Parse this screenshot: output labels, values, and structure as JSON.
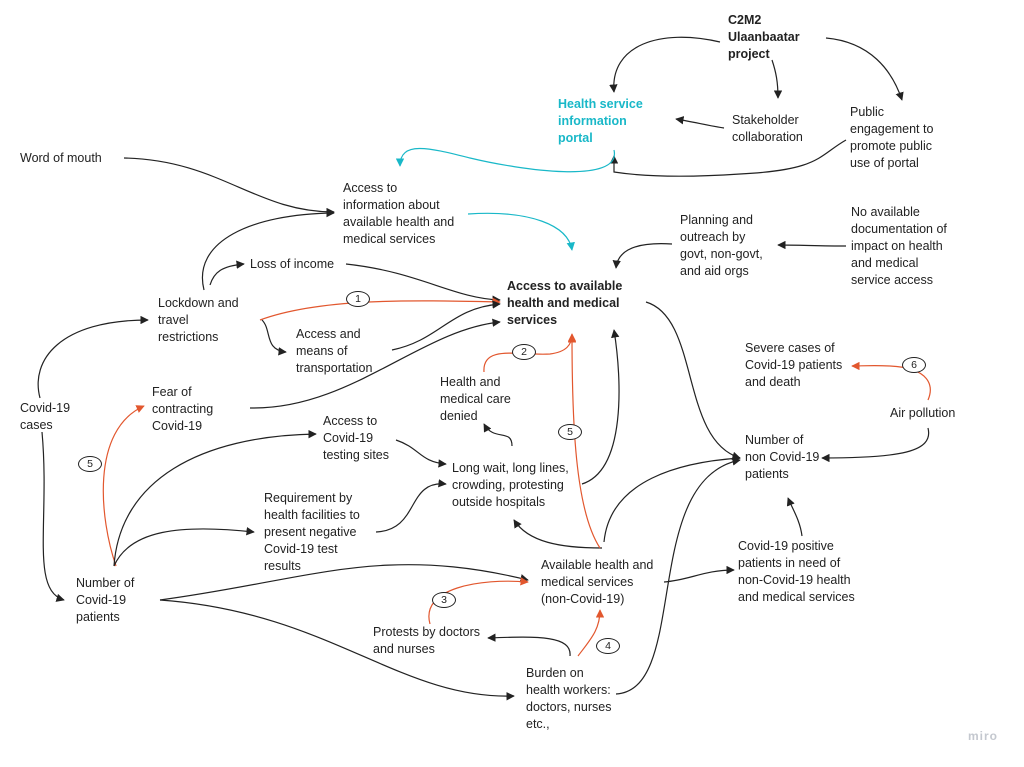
{
  "colors": {
    "black": "#222222",
    "red": "#e2572e",
    "cyan": "#19b8c8"
  },
  "nodes": {
    "c2m2": "C2M2\nUlaanbaatar\nproject",
    "portal": "Health service\ninformation\nportal",
    "stakeholder": "Stakeholder\ncollaboration",
    "public_engagement": "Public\nengagement to\npromote public\nuse of portal",
    "word_of_mouth": "Word of mouth",
    "access_info": "Access to\ninformation about\navailable health and\nmedical services",
    "planning": "Planning and\noutreach by\ngovt, non-govt,\nand aid orgs",
    "no_documentation": "No available\ndocumentation of\nimpact on health\nand medical\nservice access",
    "loss_income": "Loss of income",
    "access_available": "Access to available\nhealth and medical\nservices",
    "lockdown": "Lockdown and\ntravel\nrestrictions",
    "transport": "Access and\nmeans of\ntransportation",
    "severe_cases": "Severe cases of\nCovid-19 patients\nand death",
    "fear": "Fear of\ncontracting\nCovid-19",
    "care_denied": "Health and\nmedical care\ndenied",
    "air_pollution": "Air pollution",
    "covid_cases": "Covid-19\ncases",
    "testing_sites": "Access to\nCovid-19\ntesting sites",
    "long_wait": "Long wait, long lines,\ncrowding, protesting\noutside hospitals",
    "non_covid_patients": "Number of\nnon Covid-19\npatients",
    "requirement": "Requirement by\nhealth facilities to\npresent negative\nCovid-19 test\nresults",
    "covid_positive": "Covid-19 positive\npatients in need of\nnon-Covid-19 health\nand medical services",
    "num_covid_patients": "Number of\nCovid-19\npatients",
    "available_non_covid": "Available health and\nmedical services\n(non-Covid-19)",
    "protests": "Protests by doctors\nand nurses",
    "burden": "Burden on\nhealth workers:\ndoctors, nurses\netc.,"
  },
  "badges": [
    "1",
    "2",
    "3",
    "4",
    "5",
    "5",
    "6"
  ],
  "links": [
    {
      "from": "c2m2",
      "to": "portal",
      "color": "black"
    },
    {
      "from": "c2m2",
      "to": "stakeholder",
      "color": "black"
    },
    {
      "from": "c2m2",
      "to": "public_engagement",
      "color": "black"
    },
    {
      "from": "stakeholder",
      "to": "portal",
      "color": "black"
    },
    {
      "from": "public_engagement",
      "to": "portal",
      "color": "black"
    },
    {
      "from": "portal",
      "to": "access_info",
      "color": "cyan"
    },
    {
      "from": "access_info",
      "to": "access_available",
      "color": "cyan"
    },
    {
      "from": "word_of_mouth",
      "to": "access_info",
      "color": "black"
    },
    {
      "from": "lockdown",
      "to": "access_info",
      "color": "black"
    },
    {
      "from": "lockdown",
      "to": "loss_income",
      "color": "black"
    },
    {
      "from": "loss_income",
      "to": "access_available",
      "color": "black"
    },
    {
      "from": "lockdown",
      "to": "access_available",
      "color": "red",
      "badge": "1"
    },
    {
      "from": "lockdown",
      "to": "transport",
      "color": "black"
    },
    {
      "from": "transport",
      "to": "access_available",
      "color": "black"
    },
    {
      "from": "fear",
      "to": "access_available",
      "color": "black"
    },
    {
      "from": "no_documentation",
      "to": "planning",
      "color": "black"
    },
    {
      "from": "planning",
      "to": "access_available",
      "color": "black"
    },
    {
      "from": "access_available",
      "to": "non_covid_patients",
      "color": "black"
    },
    {
      "from": "care_denied",
      "to": "access_available",
      "color": "red",
      "badge": "2"
    },
    {
      "from": "long_wait",
      "to": "care_denied",
      "color": "black"
    },
    {
      "from": "long_wait",
      "to": "access_available",
      "color": "black"
    },
    {
      "from": "testing_sites",
      "to": "long_wait",
      "color": "black"
    },
    {
      "from": "requirement",
      "to": "long_wait",
      "color": "black"
    },
    {
      "from": "available_non_covid",
      "to": "long_wait",
      "color": "black"
    },
    {
      "from": "available_non_covid",
      "to": "access_available",
      "color": "red",
      "badge": "5"
    },
    {
      "from": "available_non_covid",
      "to": "non_covid_patients",
      "color": "black"
    },
    {
      "from": "available_non_covid",
      "to": "covid_positive",
      "color": "black"
    },
    {
      "from": "covid_positive",
      "to": "non_covid_patients",
      "color": "black"
    },
    {
      "from": "air_pollution",
      "to": "non_covid_patients",
      "color": "black"
    },
    {
      "from": "air_pollution",
      "to": "severe_cases",
      "color": "red",
      "badge": "6"
    },
    {
      "from": "covid_cases",
      "to": "lockdown",
      "color": "black"
    },
    {
      "from": "covid_cases",
      "to": "num_covid_patients",
      "color": "black"
    },
    {
      "from": "num_covid_patients",
      "to": "fear",
      "color": "red",
      "badge": "5"
    },
    {
      "from": "num_covid_patients",
      "to": "testing_sites",
      "color": "black"
    },
    {
      "from": "num_covid_patients",
      "to": "requirement",
      "color": "black"
    },
    {
      "from": "num_covid_patients",
      "to": "available_non_covid",
      "color": "black"
    },
    {
      "from": "num_covid_patients",
      "to": "burden",
      "color": "black"
    },
    {
      "from": "protests",
      "to": "available_non_covid",
      "color": "red",
      "badge": "3"
    },
    {
      "from": "burden",
      "to": "protests",
      "color": "black"
    },
    {
      "from": "burden",
      "to": "available_non_covid",
      "color": "red",
      "badge": "4"
    },
    {
      "from": "burden",
      "to": "non_covid_patients",
      "color": "black"
    }
  ],
  "watermark": "miro"
}
